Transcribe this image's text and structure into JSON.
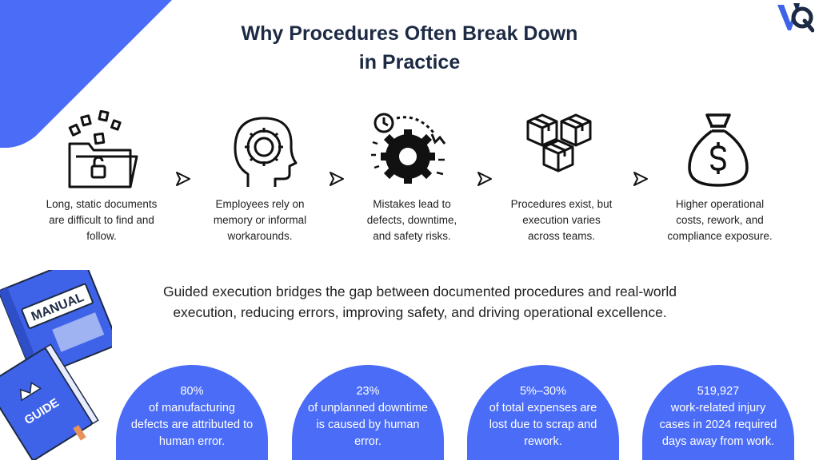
{
  "title": {
    "line1": "Why Procedures Often Break Down",
    "line2": "in Practice"
  },
  "steps": [
    {
      "icon": "folder-documents-icon",
      "lines": [
        "Long, static documents",
        "are difficult to find and",
        "follow."
      ]
    },
    {
      "icon": "head-gear-icon",
      "lines": [
        "Employees rely on",
        "memory or informal",
        "workarounds."
      ]
    },
    {
      "icon": "gear-clock-icon",
      "lines": [
        "Mistakes lead to",
        "defects, downtime,",
        "and safety risks."
      ]
    },
    {
      "icon": "boxes-icon",
      "lines": [
        "Procedures exist, but",
        "execution varies",
        "across teams."
      ]
    },
    {
      "icon": "money-bag-icon",
      "lines": [
        "Higher operational",
        "costs, rework, and",
        "compliance exposure."
      ]
    }
  ],
  "summary": {
    "line1": "Guided execution bridges the gap between documented procedures and real-world",
    "line2": "execution, reducing errors, improving safety, and driving operational excellence."
  },
  "books": {
    "manual_label": "MANUAL",
    "guide_label": "GUIDE"
  },
  "stats": [
    {
      "value": "80%",
      "lines": [
        "of manufacturing",
        "defects are attributed to",
        "human error."
      ]
    },
    {
      "value": "23%",
      "lines": [
        "of unplanned downtime",
        "is caused by human",
        "error."
      ]
    },
    {
      "value": "5%–30%",
      "lines": [
        "of total expenses are",
        "lost due to scrap and",
        "rework."
      ]
    },
    {
      "value": "519,927",
      "lines": [
        "work-related injury",
        "cases in 2024 required",
        "days away from work."
      ]
    }
  ],
  "colors": {
    "accent": "#4a6cf7",
    "title": "#1d2a44",
    "text": "#222222",
    "book_blue": "#3f63e8"
  }
}
